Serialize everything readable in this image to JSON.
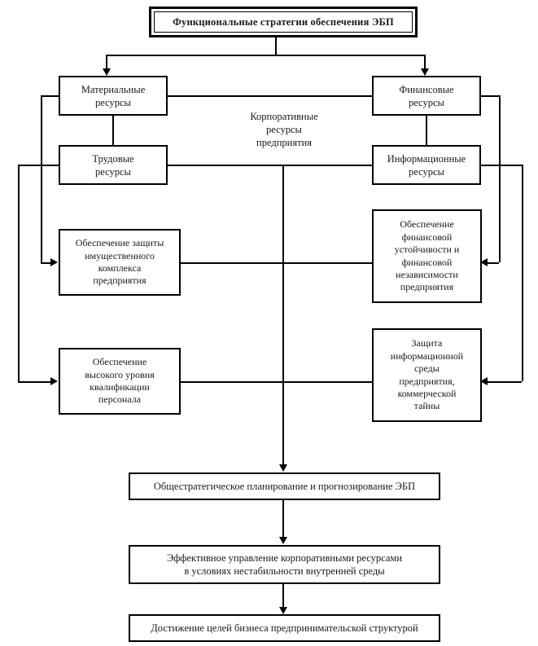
{
  "diagram": {
    "title_box": {
      "label": "Функциональные стратегии обеспечения ЭБП"
    },
    "center_label": {
      "line1": "Корпоративные",
      "line2": "ресурсы",
      "line3": "предприятия"
    },
    "resources": [
      {
        "id": "material",
        "line1": "Материальные",
        "line2": "ресурсы"
      },
      {
        "id": "financial",
        "line1": "Финансовые",
        "line2": "ресурсы"
      },
      {
        "id": "labor",
        "line1": "Трудовые",
        "line2": "ресурсы"
      },
      {
        "id": "informational",
        "line1": "Информационные",
        "line2": "ресурсы"
      }
    ],
    "strategies": [
      {
        "id": "property-protection",
        "line1": "Обеспечение защиты",
        "line2": "имущественного",
        "line3": "комплекса",
        "line4": "предприятия"
      },
      {
        "id": "financial-stability",
        "line1": "Обеспечение",
        "line2": "финансовой",
        "line3": "устойчивости и",
        "line4": "финансовой",
        "line5": "независимости",
        "line6": "предприятия"
      },
      {
        "id": "personnel-qualification",
        "line1": "Обеспечение",
        "line2": "высокого уровня",
        "line3": "квалификации",
        "line4": "персонала"
      },
      {
        "id": "information-protection",
        "line1": "Защита",
        "line2": "информационной",
        "line3": "среды",
        "line4": "предприятия,",
        "line5": "коммерческой",
        "line6": "тайны"
      }
    ],
    "outcomes": [
      {
        "id": "strategic-planning",
        "line1": "Общестратегическое планирование и прогнозирование ЭБП"
      },
      {
        "id": "effective-management",
        "line1": "Эффективное управление корпоративными ресурсами",
        "line2": "в условиях нестабильности внутренней среды"
      },
      {
        "id": "business-goals",
        "line1": "Достижение целей бизнеса предпринимательской структурой"
      }
    ],
    "colors": {
      "line": "#000000",
      "box_fill": "#ffffff",
      "text": "#1a1a1a"
    }
  }
}
